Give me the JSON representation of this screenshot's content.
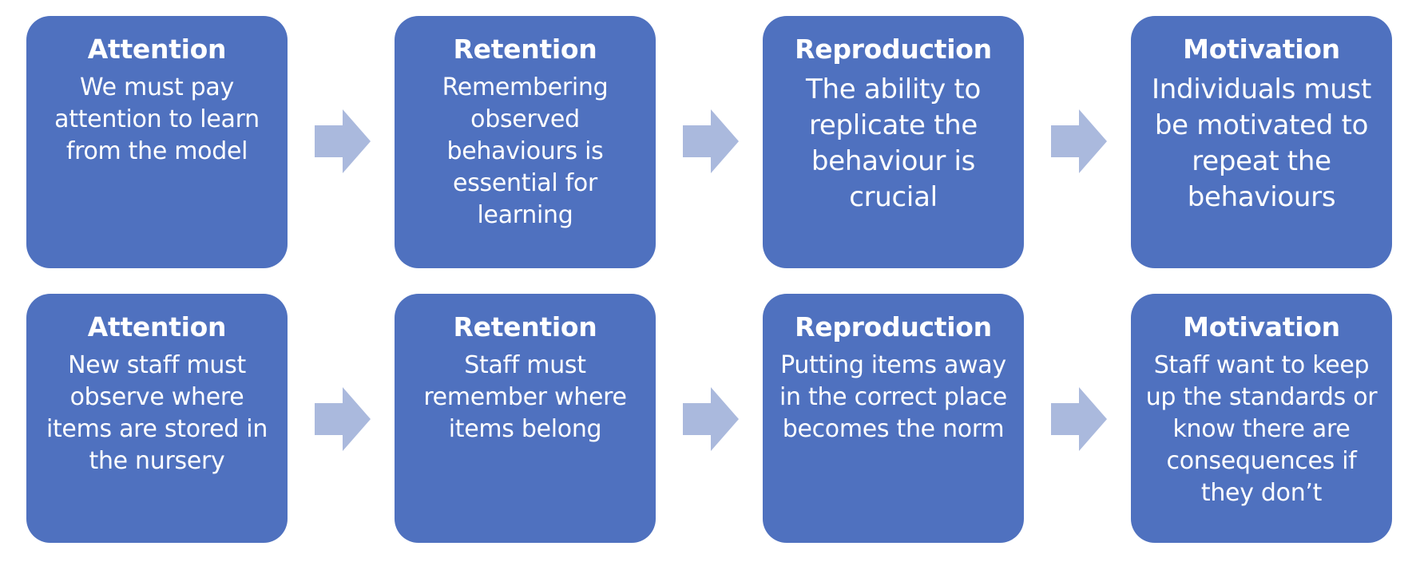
{
  "colors": {
    "box_fill": "#4f71bf",
    "box_text": "#ffffff",
    "arrow_fill": "#aab9dd",
    "background": "#ffffff"
  },
  "rows": [
    {
      "boxes": [
        {
          "title": "Attention",
          "text": "We must pay attention to learn from the model"
        },
        {
          "title": "Retention",
          "text": "Remembering observed behaviours is essential for learning"
        },
        {
          "title": "Reproduction",
          "text": "The ability to replicate the behaviour is crucial"
        },
        {
          "title": "Motivation",
          "text": "Individuals must be motivated to repeat the behaviours"
        }
      ]
    },
    {
      "boxes": [
        {
          "title": "Attention",
          "text": "New staff must observe where items are stored in the nursery"
        },
        {
          "title": "Retention",
          "text": "Staff must remember where items belong"
        },
        {
          "title": "Reproduction",
          "text": "Putting items away in the correct place becomes the norm"
        },
        {
          "title": "Motivation",
          "text": "Staff want to keep up the standards or know there are consequences if they don’t"
        }
      ]
    }
  ]
}
